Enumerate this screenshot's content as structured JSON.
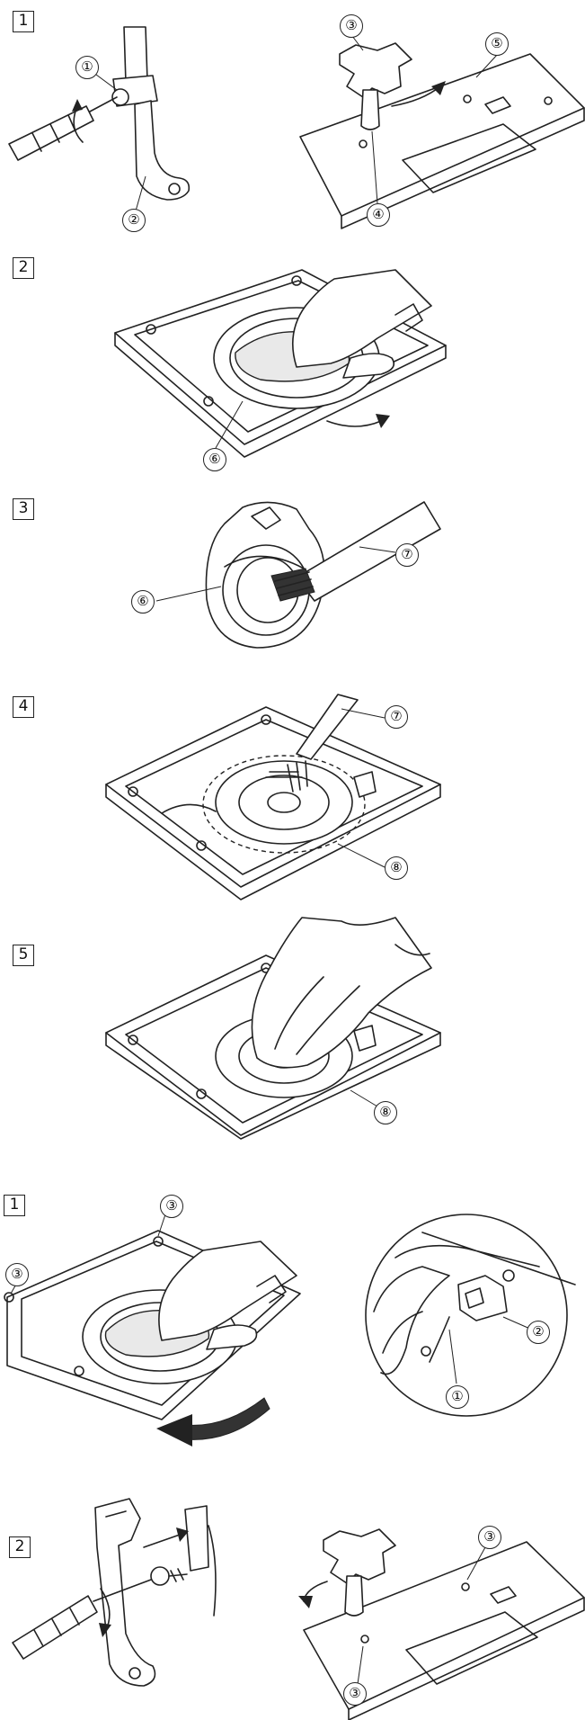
{
  "section_a": {
    "steps": [
      {
        "number": "1",
        "callouts": [
          "①",
          "②",
          "③",
          "④",
          "⑤"
        ]
      },
      {
        "number": "2",
        "callouts": [
          "⑥"
        ]
      },
      {
        "number": "3",
        "callouts": [
          "⑥",
          "⑦"
        ]
      },
      {
        "number": "4",
        "callouts": [
          "⑦",
          "⑧"
        ]
      },
      {
        "number": "5",
        "callouts": [
          "⑧"
        ]
      }
    ]
  },
  "section_b": {
    "steps": [
      {
        "number": "1",
        "callouts": [
          "③",
          "③",
          "②",
          "①"
        ]
      },
      {
        "number": "2",
        "callouts": [
          "③",
          "③"
        ]
      }
    ]
  }
}
